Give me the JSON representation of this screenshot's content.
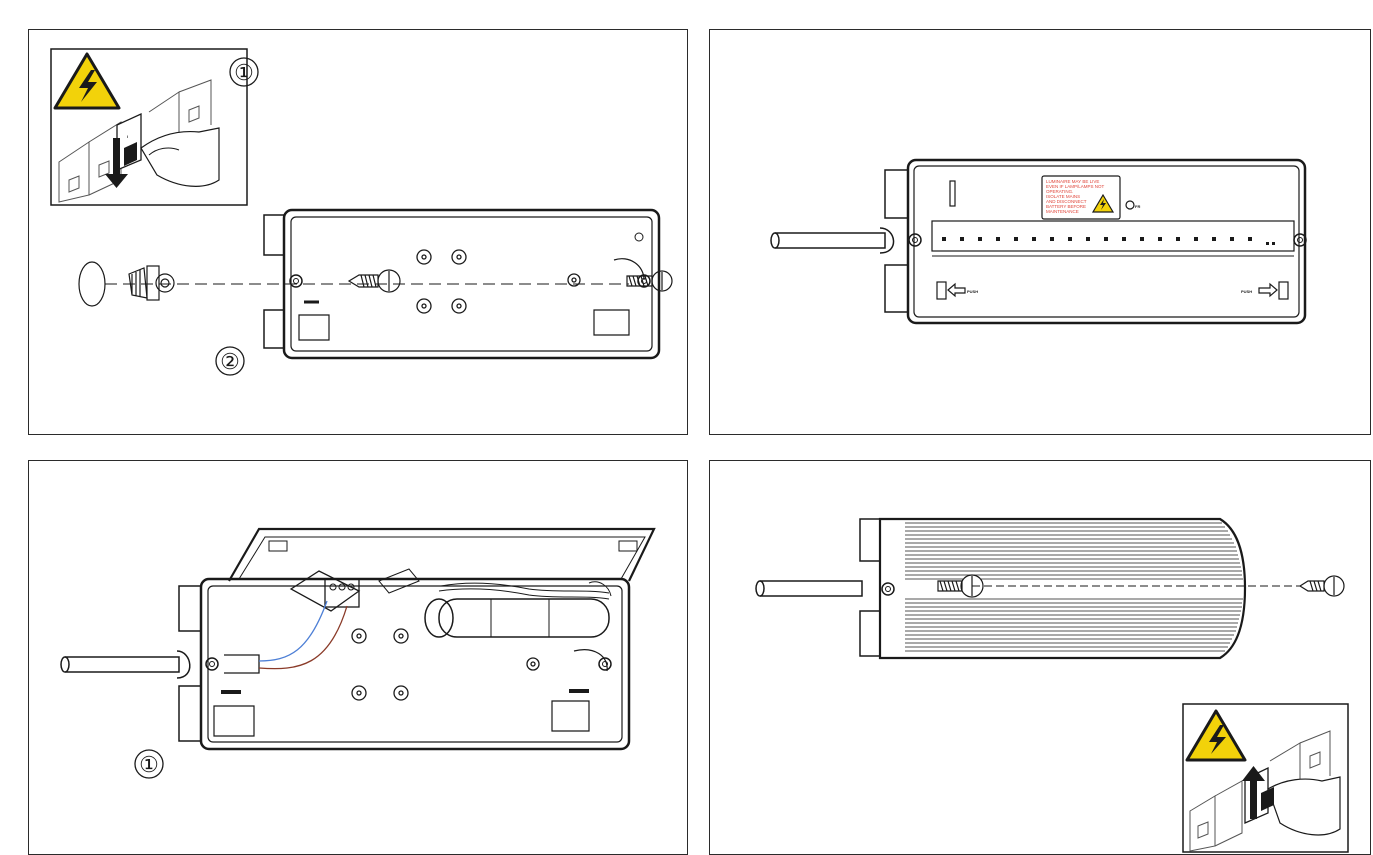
{
  "panels": {
    "tl": {
      "step1": "①",
      "step2": "②"
    },
    "tr": {
      "label_lines": [
        "LUMINAIRE MAY BE LIVE",
        "EVEN IF LAMP/LAMPS NOT",
        "OPERATING.",
        "ISOLATE MAINS",
        "AND DISCONNECT",
        "BATTERY BEFORE",
        "MAINTENANCE"
      ],
      "fr_text": "FR",
      "left_push": "PUSH",
      "right_push": "PUSH"
    },
    "bl": {
      "step1": "①"
    },
    "br": {}
  },
  "colors": {
    "stroke": "#1a1a1a",
    "warning_yellow": "#f2d20a",
    "label_red": "#e0453a",
    "wire_blue": "#4d7fd6",
    "wire_brown": "#8a3a28"
  },
  "icons": [
    "high-voltage-warning-icon",
    "switch-off-arrow-icon",
    "switch-on-arrow-icon",
    "screw-icon",
    "cable-gland-icon"
  ]
}
